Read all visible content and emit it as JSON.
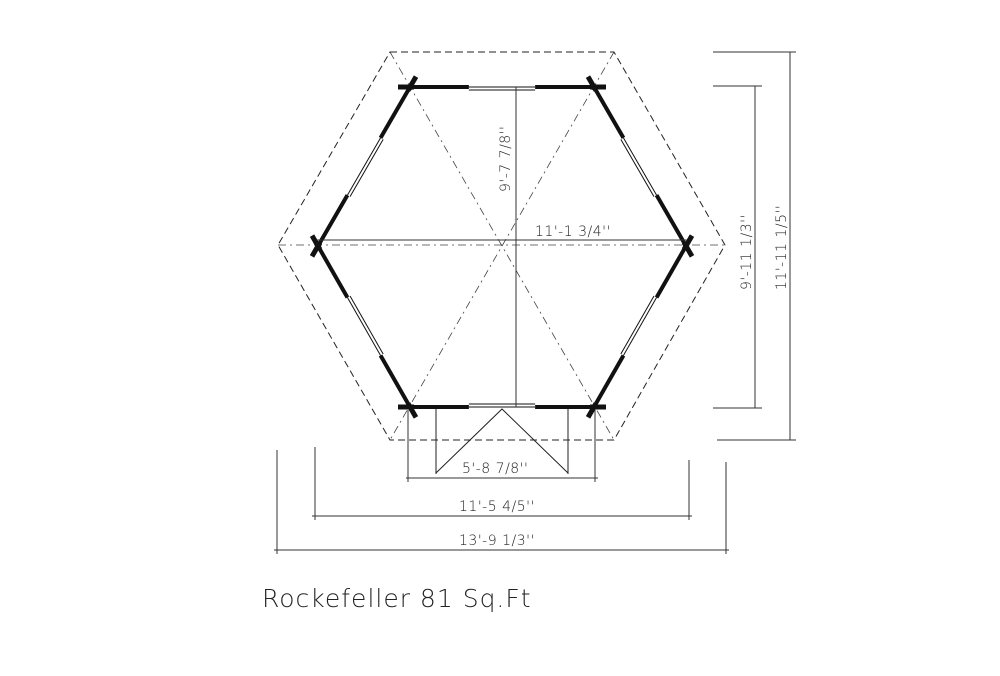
{
  "title": "Rockefeller 81 Sq.Ft",
  "dimensions": {
    "inner_depth": "9'-7 7/8''",
    "inner_width": "11'-1 3/4''",
    "wall_depth": "9'-11 1/3''",
    "overall_depth": "11'-11 1/5''",
    "door_width": "5'-8 7/8''",
    "wall_width": "11'-5 4/5''",
    "overall_width": "13'-9 1/3''"
  },
  "colors": {
    "line": "#111111",
    "background": "#ffffff"
  }
}
